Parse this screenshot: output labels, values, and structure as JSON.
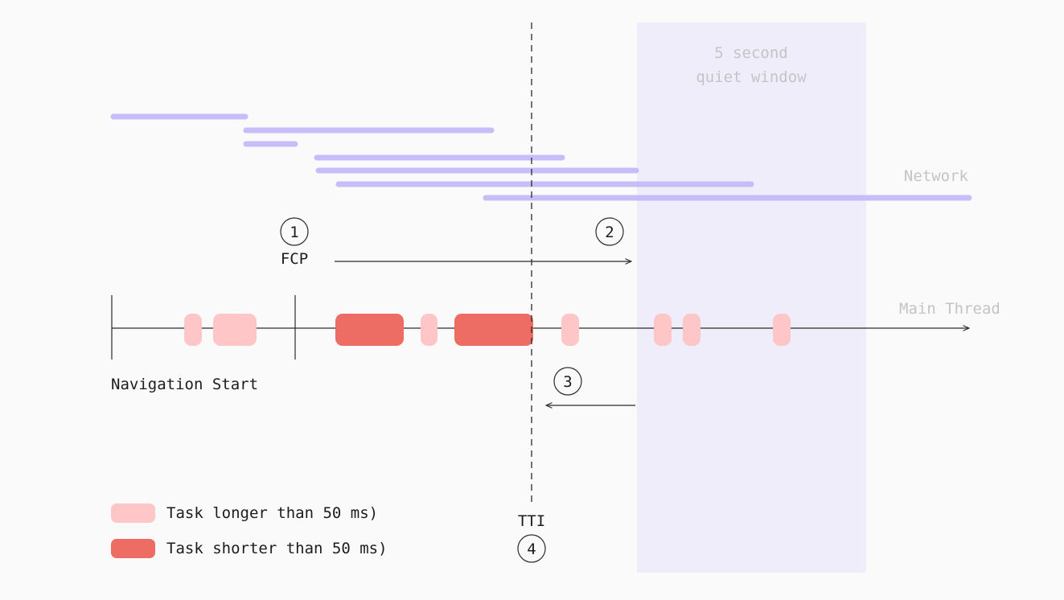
{
  "colors": {
    "background": "#fafafa",
    "quiet_window": "#efedfa",
    "network_bar": "#c8bdf8",
    "task_long": "#fec6c6",
    "task_short": "#ed6d64",
    "line": "#2a2a2a",
    "muted_text": "#c4c4c4"
  },
  "labels": {
    "quiet_window_line1": "5 second",
    "quiet_window_line2": "quiet window",
    "network": "Network",
    "main_thread": "Main Thread",
    "navigation_start": "Navigation Start",
    "fcp": "FCP",
    "tti": "TTI"
  },
  "steps": [
    "1",
    "2",
    "3",
    "4"
  ],
  "network_requests": [
    {
      "start": 0,
      "end": 164
    },
    {
      "start": 165,
      "end": 470
    },
    {
      "start": 165,
      "end": 226
    },
    {
      "start": 253,
      "end": 558
    },
    {
      "start": 255,
      "end": 650
    },
    {
      "start": 280,
      "end": 793
    },
    {
      "start": 463,
      "end": 1064
    }
  ],
  "main_thread_tasks": [
    {
      "start": 88,
      "end": 110,
      "kind": "long"
    },
    {
      "start": 124,
      "end": 178,
      "kind": "long"
    },
    {
      "start": 276,
      "end": 361,
      "kind": "short"
    },
    {
      "start": 382,
      "end": 403,
      "kind": "long"
    },
    {
      "start": 424,
      "end": 522,
      "kind": "short"
    },
    {
      "start": 557,
      "end": 579,
      "kind": "long"
    },
    {
      "start": 672,
      "end": 694,
      "kind": "long"
    },
    {
      "start": 708,
      "end": 730,
      "kind": "long"
    },
    {
      "start": 820,
      "end": 842,
      "kind": "long"
    }
  ],
  "markers": {
    "fcp": 227,
    "tti": 522,
    "quiet_window_start": 651,
    "quiet_window_end": 936
  },
  "legend": [
    {
      "kind": "long",
      "label": "Task longer than 50 ms)"
    },
    {
      "kind": "short",
      "label": "Task shorter than 50 ms)"
    }
  ]
}
